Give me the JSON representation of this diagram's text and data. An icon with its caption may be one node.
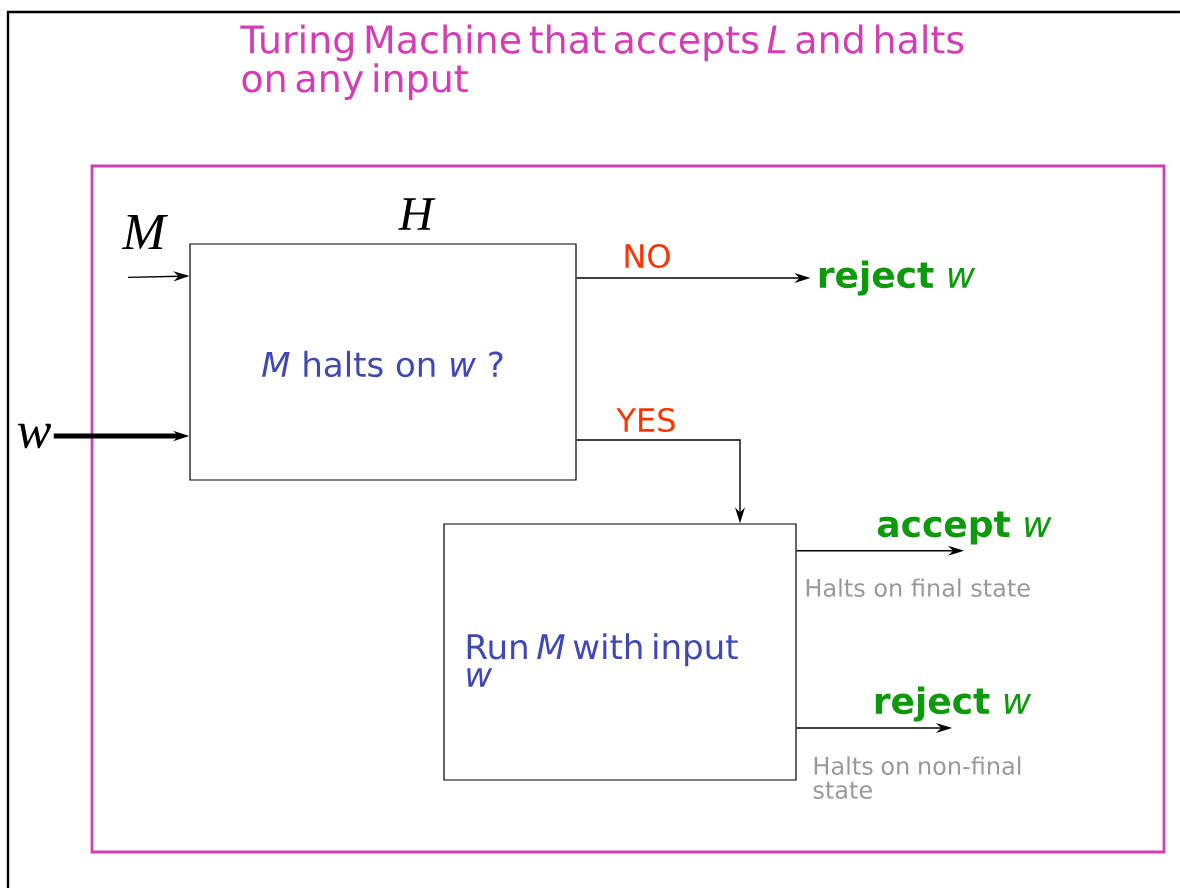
{
  "diagram": {
    "nodes": [
      {
        "text": [
          "Turing Machine that accepts *L* and halts on any input"
        ]
      },
      {
        "text": [
          "H",
          "*M* halts on *w* ?"
        ],
        "in": 0
      },
      {
        "text": [
          "Run *M* with input *w*"
        ],
        "in": 0
      },
      {
        "text": [
          "**reject** *w*"
        ],
        "in": 0
      },
      {
        "text": [
          "**accept** *w*"
        ],
        "in": 0
      },
      {
        "text": [
          "**reject** *w*"
        ],
        "in": 0
      },
      {
        "text": [
          "M"
        ],
        "in": 0
      },
      {
        "text": [
          "w"
        ]
      }
    ],
    "edges": [
      {
        "from": 6,
        "to": 1,
        "arrow": "to"
      },
      {
        "from": 7,
        "to": 1,
        "arrow": "to",
        "style": "thick"
      },
      {
        "from": 1,
        "to": 3,
        "arrow": "to",
        "label": "NO"
      },
      {
        "from": 1,
        "to": 2,
        "arrow": "to",
        "label": "YES"
      },
      {
        "from": 2,
        "to": 4,
        "arrow": "to",
        "label": "Halts on final state"
      },
      {
        "from": 2,
        "to": 5,
        "arrow": "to",
        "label": "Halts on non-final state"
      }
    ]
  }
}
